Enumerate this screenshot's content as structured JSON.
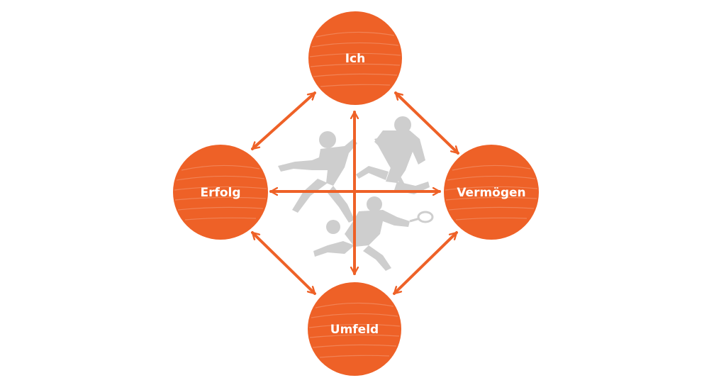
{
  "diagram": {
    "nodes": {
      "top": "Ich",
      "left": "Erfolg",
      "right": "Vermögen",
      "bottom": "Umfeld"
    },
    "accent_color": "#EE6127",
    "silhouette_color": "#C6C6C6"
  }
}
